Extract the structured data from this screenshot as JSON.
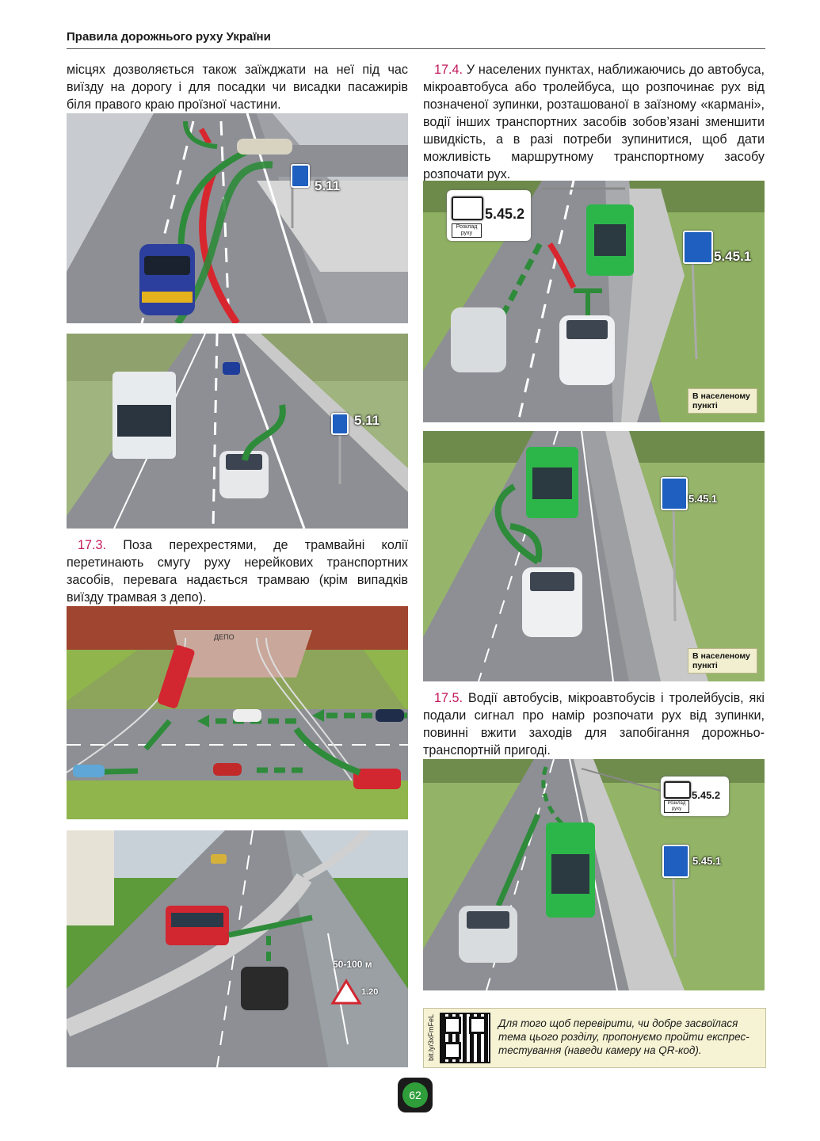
{
  "header": {
    "title": "Правила дорожнього руху України"
  },
  "left": {
    "para_cont": "місцях дозволяється також заїжджати на неї під час виїзду на дорогу і для посадки чи висадки пасажирів біля правого краю проїзної частини.",
    "fig1": {
      "sign": "5.11"
    },
    "fig2": {
      "sign": "5.11"
    },
    "p173": {
      "num": "17.3.",
      "text": "Поза перехрестями, де трамвайні колії перетинають смугу руху нерейкових транспортних засобів, перевага надається трамваю (крім випадків виїзду трамвая з депо)."
    },
    "fig3": {
      "depot": "ДЕПО"
    },
    "fig4": {
      "distance": "50-100 м",
      "sign": "1.20"
    }
  },
  "right": {
    "p174": {
      "num": "17.4.",
      "text": "У населених пунктах, наближаючись до автобуса, мікроавтобуса або тролейбуса, що розпочинає рух від позначеної зупинки, розташованої в заїзному «кармані», водії інших транспортних засобів зобов’язані зменшити швидкість, а в разі потреби зупинитися, щоб дати можливість маршрутному транспортному засобу розпочати рух."
    },
    "fig5": {
      "sign_a": "5.45.2",
      "sign_a_plate": "Розклад руху",
      "sign_b": "5.45.1",
      "zone_line1": "В населеному",
      "zone_line2": "пункті"
    },
    "fig6": {
      "sign": "5.45.1",
      "zone_line1": "В населеному",
      "zone_line2": "пункті"
    },
    "p175": {
      "num": "17.5.",
      "text": "Водії автобусів, мікроавтобусів і тролейбусів, які подали сигнал про намір розпочати рух від зупинки, повинні вжити заходів для запобігання дорожньо-транспортній пригоді."
    },
    "fig7": {
      "sign_a": "5.45.2",
      "sign_a_plate": "Розклад руху",
      "sign_b": "5.45.1"
    }
  },
  "qr": {
    "url": "bit.ly/3xFmFeL",
    "text": "Для того щоб перевірити, чи добре засвоїлася тема цього розділу, пропонуємо пройти експрес-тестування (наведи камеру на QR-код)."
  },
  "page_number": "62",
  "colors": {
    "accent_number": "#c2185b",
    "allowed_arrow": "#2e8b3a",
    "forbidden_arrow": "#d8262f",
    "sign_blue": "#1f5fbf"
  }
}
